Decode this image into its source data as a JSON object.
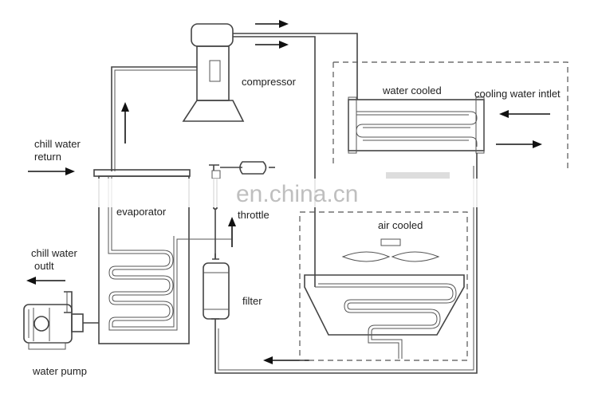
{
  "labels": {
    "compressor": "compressor",
    "water_cooled": "water cooled",
    "cooling_water_inlet": "cooling water intlet",
    "chill_water_return_line1": "chill water",
    "chill_water_return_line2": "return",
    "evaporator": "evaporator",
    "throttle": "throttle",
    "air_cooled": "air cooled",
    "chill_water_outlet_line1": "chill water",
    "chill_water_outlet_line2": "outlt",
    "filter": "filter",
    "water_pump": "water pump"
  },
  "watermark": "en.china.cn"
}
